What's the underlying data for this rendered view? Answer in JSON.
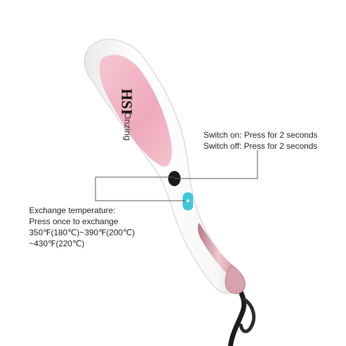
{
  "product": {
    "brand_logo": "HSI",
    "brand_name": "Onzing"
  },
  "callouts": {
    "switch": {
      "line1": "Switch on: Press for 2 seconds",
      "line2": "Switch off: Press for 2 seconds"
    },
    "temperature": {
      "line1": "Exchange temperature:",
      "line2": "Press once to exchange",
      "line3": "350℉(180℃)~390℉(200℃)",
      "line4": "~430℉(220℃)"
    }
  },
  "colors": {
    "body": "#ffffff",
    "pink_panel": "#f1b7c6",
    "accent_rose": "#c98f9a",
    "temp_button": "#3ec7d8",
    "power_button": "#1a1a1a",
    "cord": "#1c1c1c",
    "leader_line": "#555555"
  }
}
